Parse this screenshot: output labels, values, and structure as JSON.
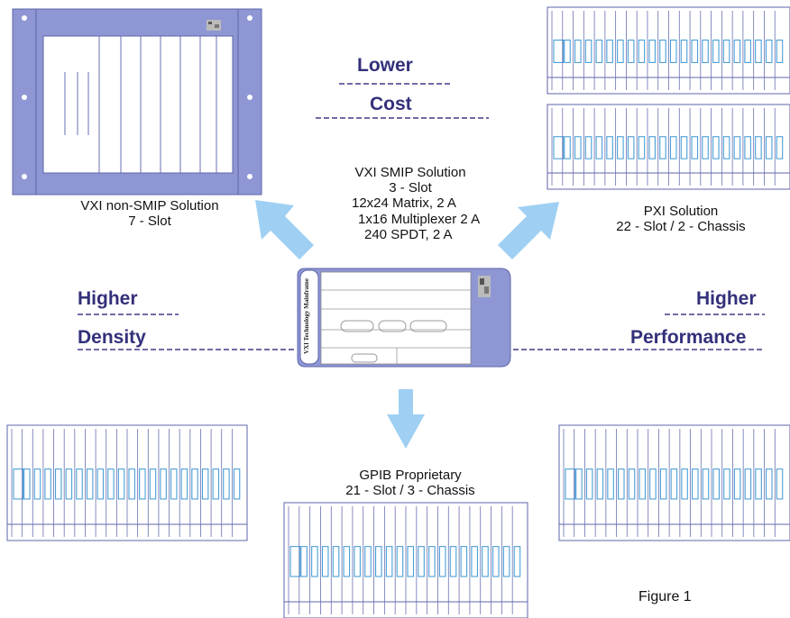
{
  "labels": {
    "lower": "Lower",
    "cost": "Cost",
    "higher_density_1": "Higher",
    "higher_density_2": "Density",
    "higher_perf_1": "Higher",
    "higher_perf_2": "Performance",
    "smip_title": "VXI SMIP Solution",
    "smip_slot": "3 - Slot",
    "smip_matrix": "12x24 Matrix, 2 A",
    "smip_mux": "1x16 Multiplexer 2 A",
    "smip_spdt": "240 SPDT, 2 A",
    "vxi_title": "VXI non-SMIP Solution",
    "vxi_slot": "7 - Slot",
    "pxi_title": "PXI Solution",
    "pxi_slot": "22 - Slot / 2 - Chassis",
    "gpib_title": "GPIB Proprietary",
    "gpib_slot": "21 - Slot / 3 - Chassis",
    "mainframe_vertical": "VXI Technology Mainframe",
    "figure": "Figure 1"
  },
  "colors": {
    "frame": "#8e96d4",
    "frame_dark": "#5e66aa",
    "slot_outline": "#4a9fd6",
    "arrow": "#9fd0f3",
    "label_blue": "#33307a"
  },
  "icons": {
    "arrow": "up-left, up-right, down arrows",
    "badge": "pixel badge"
  }
}
